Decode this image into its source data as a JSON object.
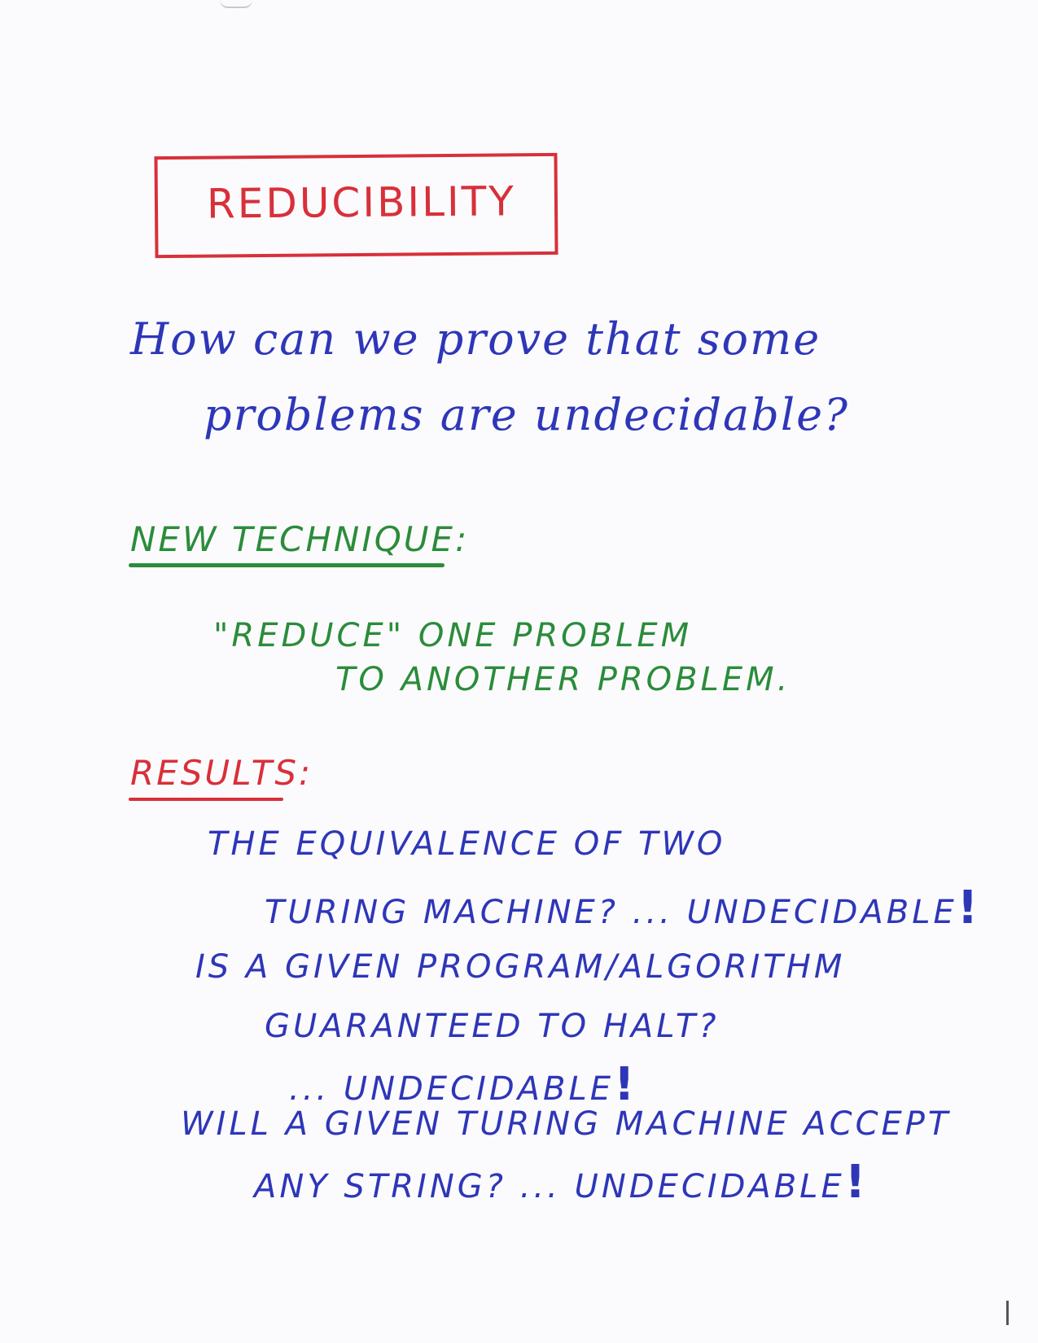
{
  "title": "REDUCIBILITY",
  "question": {
    "line1": "How can we prove that some",
    "line2": "problems are undecidable?"
  },
  "technique": {
    "heading": "NEW TECHNIQUE:",
    "line1": "\"REDUCE\" ONE PROBLEM",
    "line2": "TO ANOTHER PROBLEM."
  },
  "results": {
    "heading": "RESULTS:",
    "r1_line1": "THE EQUIVALENCE OF TWO",
    "r1_line2": "TURING MACHINE? ... UNDECIDABLE",
    "r2_line1": "IS A GIVEN PROGRAM/ALGORITHM",
    "r2_line2": "GUARANTEED TO HALT?",
    "r2_line3": "... UNDECIDABLE",
    "r3_line1": "WILL A GIVEN TURING MACHINE ACCEPT",
    "r3_line2": "ANY STRING? ... UNDECIDABLE",
    "exclaim": "!"
  },
  "colors": {
    "red": "#d8303a",
    "blue": "#2e36b8",
    "green": "#2b8c3a"
  }
}
